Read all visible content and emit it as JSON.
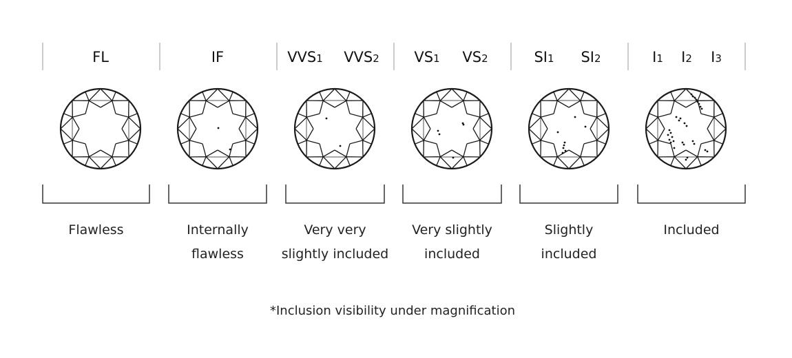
{
  "grades": [
    {
      "id": "fl",
      "labels": [
        {
          "main": "FL",
          "sub": ""
        }
      ],
      "desc": [
        "Flawless"
      ]
    },
    {
      "id": "if",
      "labels": [
        {
          "main": "IF",
          "sub": ""
        }
      ],
      "desc": [
        "Internally",
        "flawless"
      ]
    },
    {
      "id": "vvs",
      "labels": [
        {
          "main": "VVS",
          "sub": "1"
        },
        {
          "main": "VVS",
          "sub": "2"
        }
      ],
      "desc": [
        "Very very",
        "slightly included"
      ]
    },
    {
      "id": "vs",
      "labels": [
        {
          "main": "VS",
          "sub": "1"
        },
        {
          "main": "VS",
          "sub": "2"
        }
      ],
      "desc": [
        "Very slightly",
        "included"
      ]
    },
    {
      "id": "si",
      "labels": [
        {
          "main": "SI",
          "sub": "1"
        },
        {
          "main": "SI",
          "sub": "2"
        }
      ],
      "desc": [
        "Slightly",
        "included"
      ]
    },
    {
      "id": "i",
      "labels": [
        {
          "main": "I",
          "sub": "1"
        },
        {
          "main": "I",
          "sub": "2"
        },
        {
          "main": "I",
          "sub": "3"
        }
      ],
      "desc": [
        "Included"
      ]
    }
  ],
  "footnote": "*Inclusion visibility under magnification",
  "colors": {
    "line": "#1a1a1a",
    "divider": "#bbbbbb",
    "text": "#222222"
  }
}
